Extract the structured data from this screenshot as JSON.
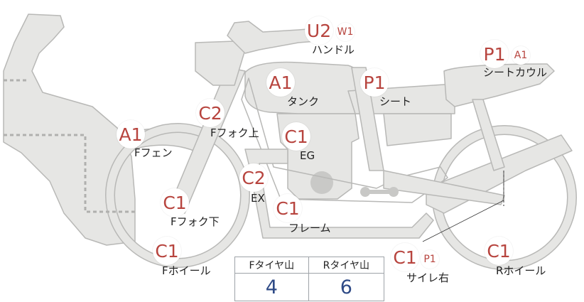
{
  "parts": {
    "handle": {
      "label": "ハンドル",
      "grade": "U2",
      "sub_grade": "W1"
    },
    "seat_cowl": {
      "label": "シートカウル",
      "grade": "P1",
      "sub_grade": "A1"
    },
    "tank": {
      "label": "タンク",
      "grade": "A1"
    },
    "seat": {
      "label": "シート",
      "grade": "P1"
    },
    "fork_upper": {
      "label": "Fフォク上",
      "grade": "C2"
    },
    "f_fender": {
      "label": "Fフェン",
      "grade": "A1"
    },
    "engine": {
      "label": "EG",
      "grade": "C1"
    },
    "exhaust": {
      "label": "EX",
      "grade": "C2"
    },
    "fork_lower": {
      "label": "Fフォク下",
      "grade": "C1"
    },
    "frame": {
      "label": "フレーム",
      "grade": "C1"
    },
    "f_wheel": {
      "label": "Fホイール",
      "grade": "C1"
    },
    "muffler_r": {
      "label": "サイレ右",
      "grade": "C1",
      "sub_grade": "P1"
    },
    "r_wheel": {
      "label": "Rホイール",
      "grade": "C1"
    }
  },
  "tread_table": {
    "headers": [
      "Fタイヤ山",
      "Rタイヤ山"
    ],
    "values": [
      "4",
      "6"
    ]
  },
  "colors": {
    "grade_text": "#b7443e",
    "tread_value": "#2e4a86",
    "bike_fill": "#e6e6e4",
    "bike_stroke": "#b8b8b6"
  }
}
